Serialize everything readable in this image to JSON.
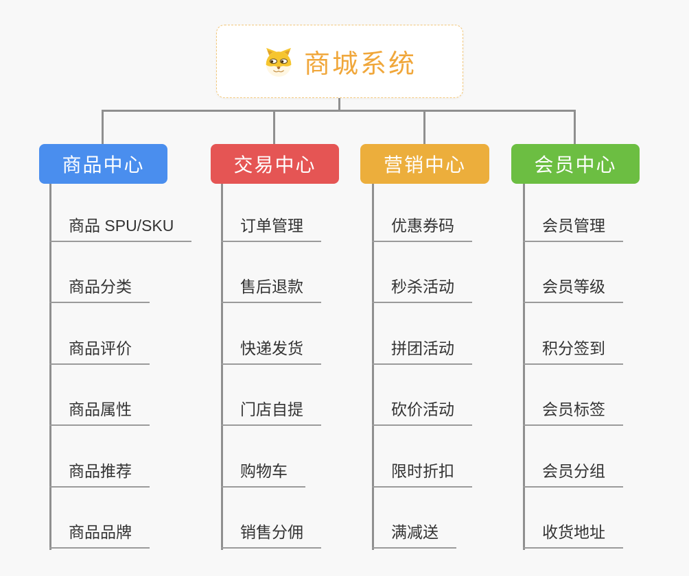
{
  "root": {
    "title": "商城系统",
    "icon": "doge-icon"
  },
  "branches": [
    {
      "label": "商品中心",
      "color": "#4a8eee",
      "items": [
        "商品 SPU/SKU",
        "商品分类",
        "商品评价",
        "商品属性",
        "商品推荐",
        "商品品牌"
      ]
    },
    {
      "label": "交易中心",
      "color": "#e55554",
      "items": [
        "订单管理",
        "售后退款",
        "快递发货",
        "门店自提",
        "购物车",
        "销售分佣"
      ]
    },
    {
      "label": "营销中心",
      "color": "#ecae3c",
      "items": [
        "优惠券码",
        "秒杀活动",
        "拼团活动",
        "砍价活动",
        "限时折扣",
        "满减送"
      ]
    },
    {
      "label": "会员中心",
      "color": "#6cbe42",
      "items": [
        "会员管理",
        "会员等级",
        "积分签到",
        "会员标签",
        "会员分组",
        "收货地址"
      ]
    }
  ],
  "colors": {
    "background": "#f8f8f8",
    "connector": "#8f8f8f",
    "item_underline": "#9a9a9a",
    "item_text": "#333333",
    "root_text": "#f0a73b",
    "root_border": "#f3c779"
  }
}
